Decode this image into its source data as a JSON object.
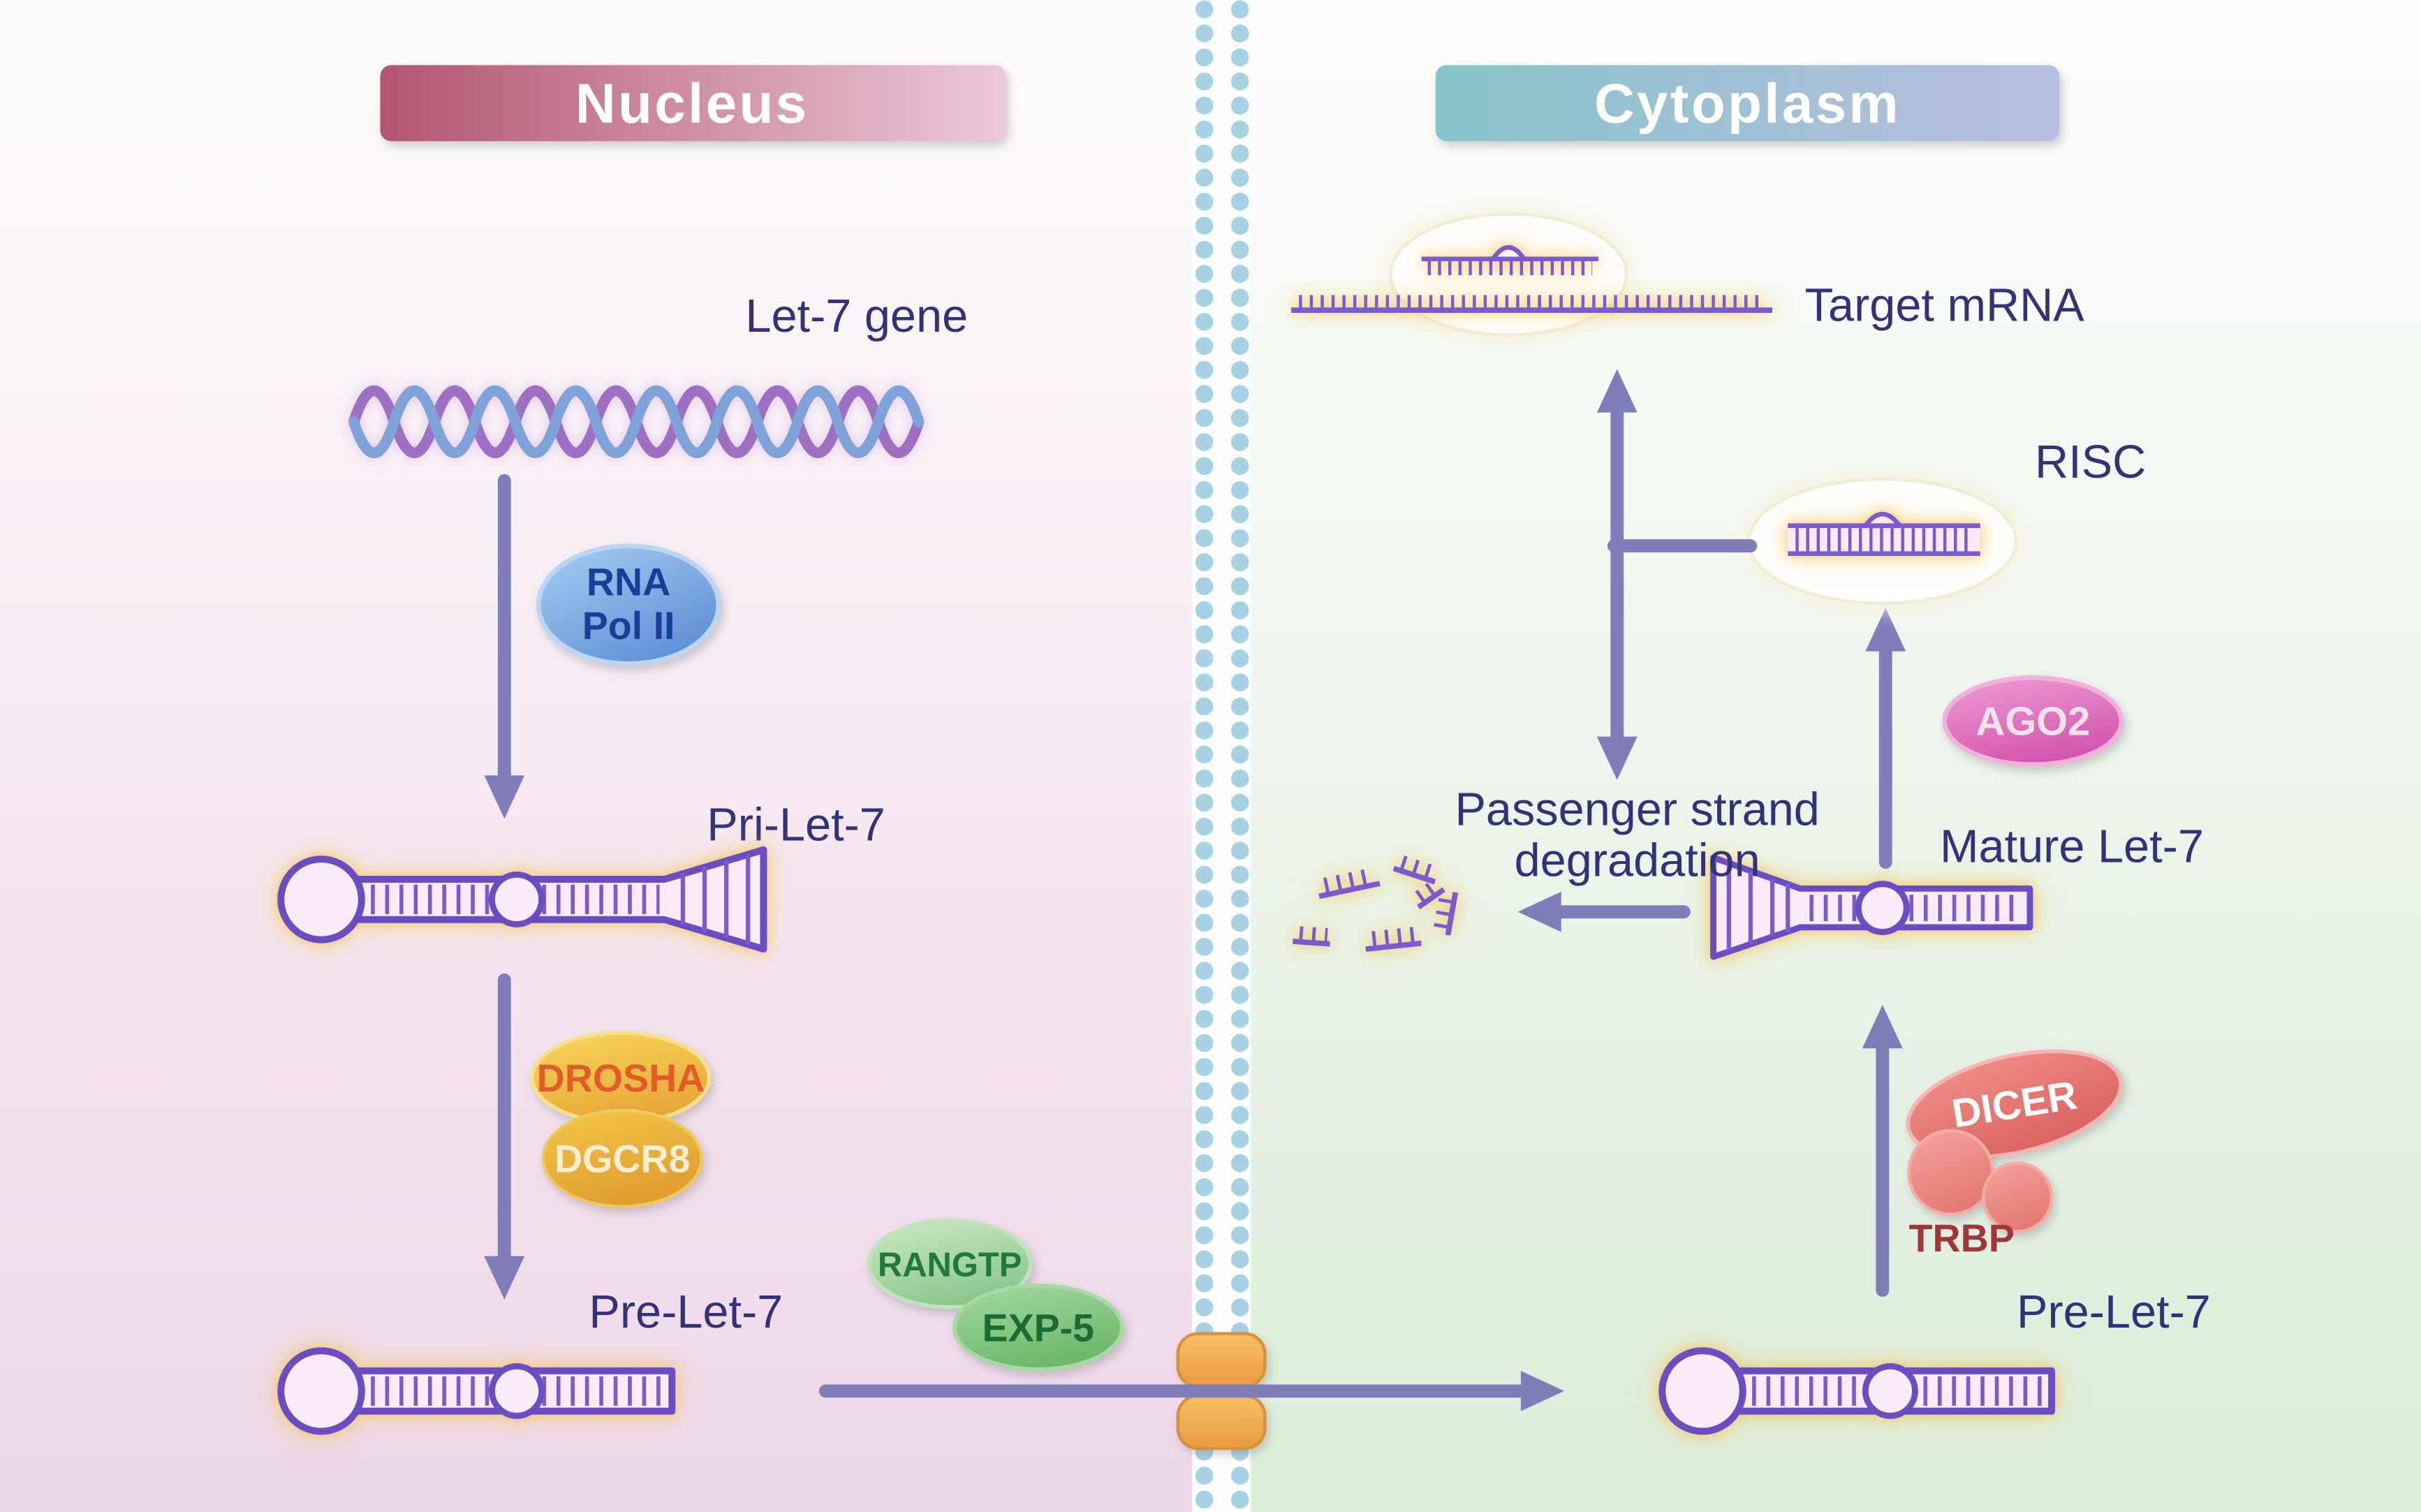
{
  "regions": {
    "nucleus": {
      "label": "Nucleus"
    },
    "cytoplasm": {
      "label": "Cytoplasm"
    }
  },
  "nucleus": {
    "gene_label": "Let-7 gene",
    "pri_let7_label": "Pri-Let-7",
    "pre_let7_label": "Pre-Let-7",
    "rna_pol_line1": "RNA",
    "rna_pol_line2": "Pol II",
    "drosha_label": "DROSHA",
    "dgcr8_label": "DGCR8",
    "rangtp_label": "RANGTP",
    "exp5_label": "EXP-5"
  },
  "cytoplasm": {
    "target_mrna_label": "Target mRNA",
    "risc_label": "RISC",
    "ago2_label": "AGO2",
    "mature_let7_label": "Mature Let-7",
    "passenger_line1": "Passenger strand",
    "passenger_line2": "degradation",
    "dicer_label": "DICER",
    "trbp_label": "TRBP",
    "pre_let7_label": "Pre-Let-7"
  },
  "colors": {
    "nucleus_banner_start": "#b25670",
    "nucleus_banner_end": "#ecc9da",
    "cytoplasm_banner_start": "#88c4cb",
    "cytoplasm_banner_end": "#b8bedf",
    "nucleus_bg_bottom": "#eed7e7",
    "cytoplasm_bg_bottom": "#dcedda",
    "arrow": "#807dbb",
    "rna_outline": "#6a4ec2",
    "rna_glow": "#f3c75d",
    "label_text": "#32327a",
    "membrane_bead": "#a6d2e4",
    "channel_orange": "#efa94a",
    "rna_pol_blue": "#5e90d6",
    "drosha_yellow": "#edb83f",
    "drosha_text_orange": "#e25c2a",
    "dgcr8_text_cream": "#fdeed4",
    "rangtp_green": "#9ed49a",
    "exp5_green": "#7cc27c",
    "ago2_pink": "#d457ae",
    "dicer_salmon": "#e87a76",
    "trbp_text_red": "#a23535"
  }
}
